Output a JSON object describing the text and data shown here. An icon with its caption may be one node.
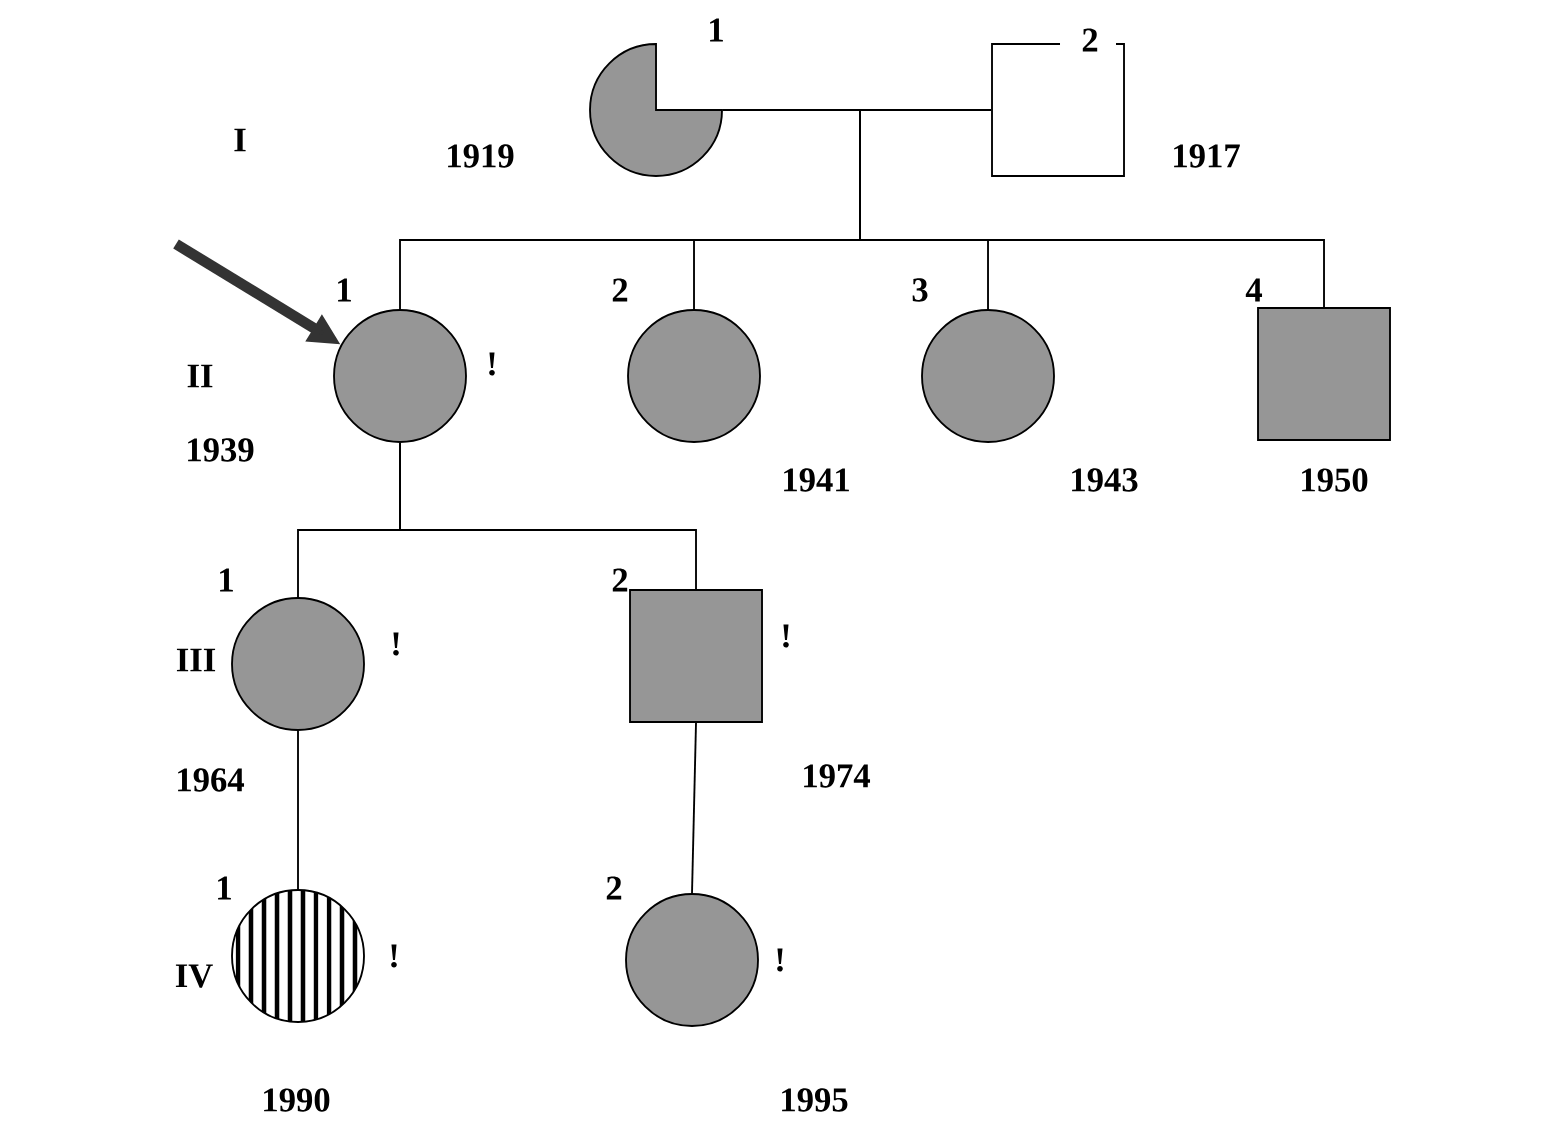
{
  "diagram": {
    "nodes": [
      {
        "text": [],
        "shape": "circle",
        "beside": [
          "1",
          "1919"
        ]
      },
      {
        "text": [],
        "shape": "box",
        "beside": [
          "2",
          "1917"
        ]
      },
      {
        "text": [],
        "shape": "circle",
        "beside": [
          "1",
          "!",
          "1939"
        ]
      },
      {
        "text": [],
        "shape": "circle",
        "beside": [
          "2",
          "1941"
        ]
      },
      {
        "text": [],
        "shape": "circle",
        "beside": [
          "3",
          "1943"
        ]
      },
      {
        "text": [],
        "shape": "box",
        "beside": [
          "4",
          "1950"
        ]
      },
      {
        "text": [],
        "shape": "circle",
        "beside": [
          "1",
          "!",
          "1964"
        ]
      },
      {
        "text": [],
        "shape": "box",
        "beside": [
          "2",
          "!",
          "1974"
        ]
      },
      {
        "text": [],
        "shape": "circle",
        "beside": [
          "1",
          "!",
          "1990"
        ]
      },
      {
        "text": [],
        "shape": "circle",
        "beside": [
          "2",
          "!",
          "1995"
        ]
      }
    ],
    "edges": [
      {
        "from": 0,
        "to": 1,
        "arrow": "none"
      },
      {
        "from": 0,
        "to": 2,
        "arrow": "none"
      },
      {
        "from": 0,
        "to": 3,
        "arrow": "none"
      },
      {
        "from": 0,
        "to": 4,
        "arrow": "none"
      },
      {
        "from": 0,
        "to": 5,
        "arrow": "none"
      },
      {
        "from": 2,
        "to": 6,
        "arrow": "none"
      },
      {
        "from": 2,
        "to": 7,
        "arrow": "none"
      },
      {
        "from": 6,
        "to": 8,
        "arrow": "none"
      },
      {
        "from": 7,
        "to": 9,
        "arrow": "none"
      },
      {
        "from": null,
        "to": 2,
        "arrow": "to",
        "style": "thick"
      }
    ],
    "labels": [
      "I",
      "II",
      "III",
      "IV"
    ]
  }
}
